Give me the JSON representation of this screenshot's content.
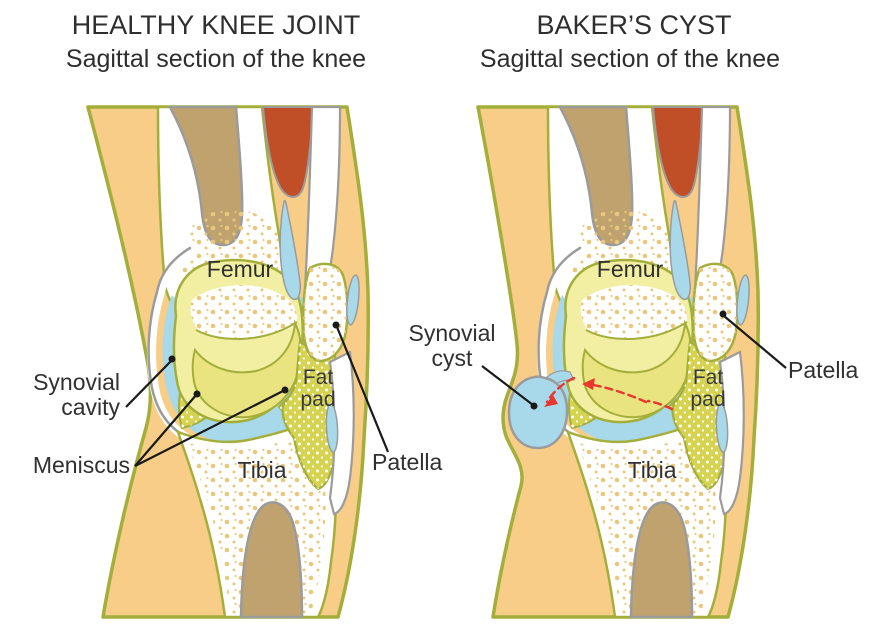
{
  "left": {
    "title": "HEALTHY KNEE JOINT",
    "subtitle": "Sagittal section of the knee",
    "labels": {
      "femur": "Femur",
      "synovial_cavity": [
        "Synovial",
        "cavity"
      ],
      "meniscus": "Meniscus",
      "fat_pad": [
        "Fat",
        "pad"
      ],
      "tibia": "Tibia",
      "patella": "Patella"
    }
  },
  "right": {
    "title": "BAKER’S CYST",
    "subtitle": "Sagittal section of the knee",
    "labels": {
      "femur": "Femur",
      "synovial_cyst": [
        "Synovial",
        "cyst"
      ],
      "fat_pad": [
        "Fat",
        "pad"
      ],
      "tibia": "Tibia",
      "patella": "Patella"
    }
  },
  "colors": {
    "skin": "#F7CD87",
    "outline_olive": "#A4AF3B",
    "muscle_red": "#C04F28",
    "bone_marrow_tan": "#C0A26E",
    "synovial_fluid_blue": "#A8D9EA",
    "cartilage_pale": "#F2EFA3",
    "cartilage_shadow": "#E9E47F",
    "fat_pad_olive": "#D6D351",
    "bone_dot_tan": "#E9C87C",
    "membrane_gray": "#9B9B9B",
    "label_text": "#303030",
    "arrow_red": "#E8372C"
  }
}
